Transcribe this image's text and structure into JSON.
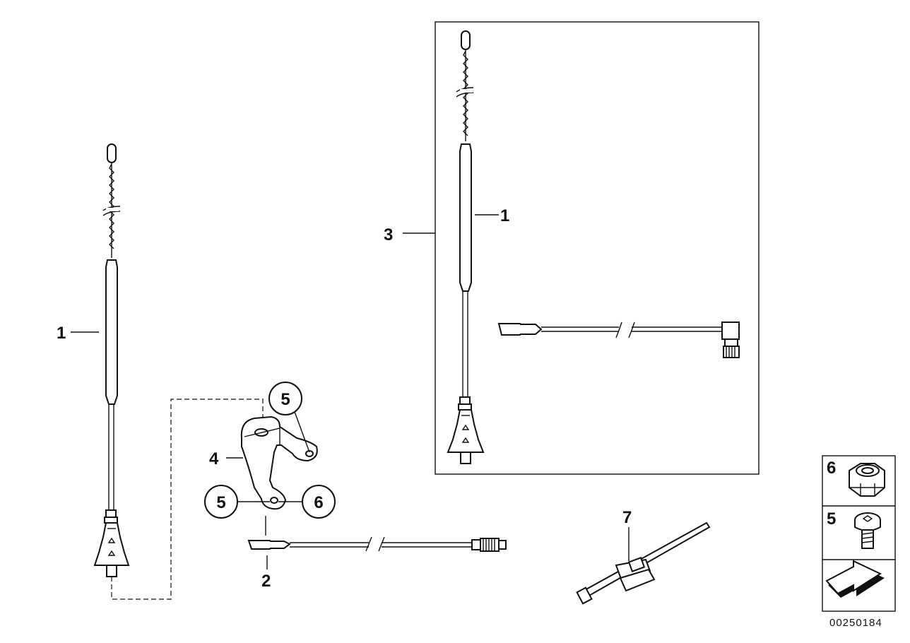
{
  "callouts": {
    "c1_left": "1",
    "c1_box": "1",
    "c2": "2",
    "c3": "3",
    "c4": "4",
    "c5_top": "5",
    "c5_bottom": "5",
    "c6_bottom": "6",
    "c7": "7"
  },
  "legend": {
    "item_top": "6",
    "item_mid": "5"
  },
  "part_number": "00250184"
}
